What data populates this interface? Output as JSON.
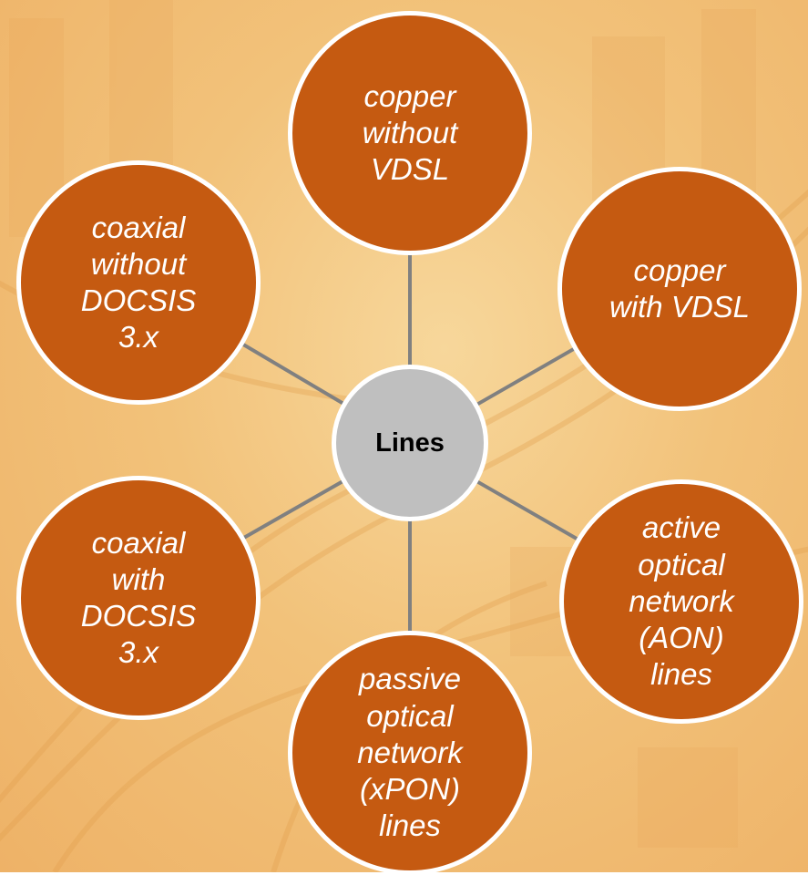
{
  "colors": {
    "node_fill": "#c55a11",
    "node_border": "#ffffff",
    "hub_fill": "#bfbfbf",
    "connector": "#808080",
    "background": "#f2c27a"
  },
  "hub": {
    "label": "Lines"
  },
  "nodes": [
    {
      "id": "copper-without-vdsl",
      "label": "copper\nwithout\nVDSL"
    },
    {
      "id": "copper-with-vdsl",
      "label": "copper\nwith VDSL"
    },
    {
      "id": "active-optical-network",
      "label": "active\noptical\nnetwork\n(AON)\nlines"
    },
    {
      "id": "passive-optical-network",
      "label": "passive\noptical\nnetwork\n(xPON)\nlines"
    },
    {
      "id": "coaxial-with-docsis",
      "label": "coaxial\nwith\nDOCSIS\n3.x"
    },
    {
      "id": "coaxial-without-docsis",
      "label": "coaxial\nwithout\nDOCSIS\n3.x"
    }
  ]
}
